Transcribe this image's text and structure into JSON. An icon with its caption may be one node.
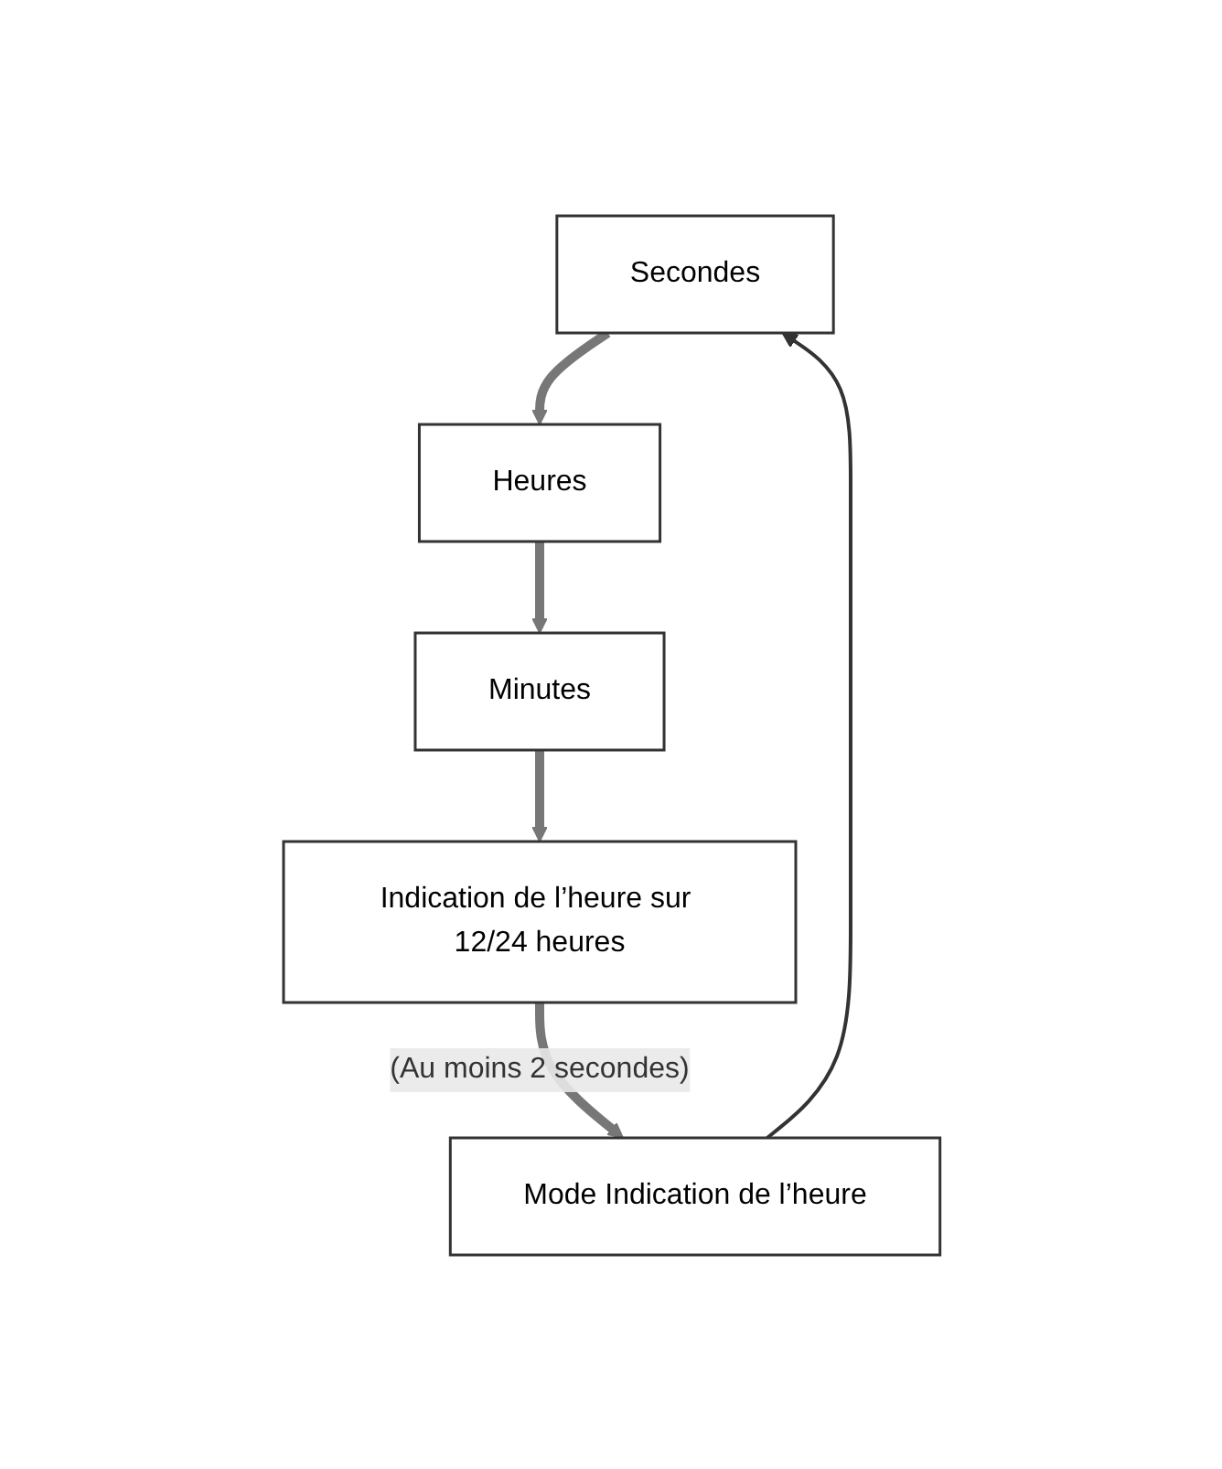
{
  "diagram": {
    "nodes": [
      {
        "text": [
          "Secondes"
        ]
      },
      {
        "text": [
          "Heures"
        ]
      },
      {
        "text": [
          "Minutes"
        ]
      },
      {
        "text": [
          "Indication de l’heure sur 12/24 heures"
        ]
      },
      {
        "text": [
          "Mode Indication de l’heure"
        ]
      }
    ],
    "edges": [
      {
        "from": 0,
        "to": 1,
        "arrow": "to"
      },
      {
        "from": 1,
        "to": 2,
        "arrow": "to"
      },
      {
        "from": 2,
        "to": 3,
        "arrow": "to"
      },
      {
        "from": 3,
        "to": 4,
        "arrow": "to",
        "label": "(Au moins 2 secondes)"
      },
      {
        "from": 4,
        "to": 0,
        "arrow": "to",
        "color": "#333333"
      }
    ]
  }
}
